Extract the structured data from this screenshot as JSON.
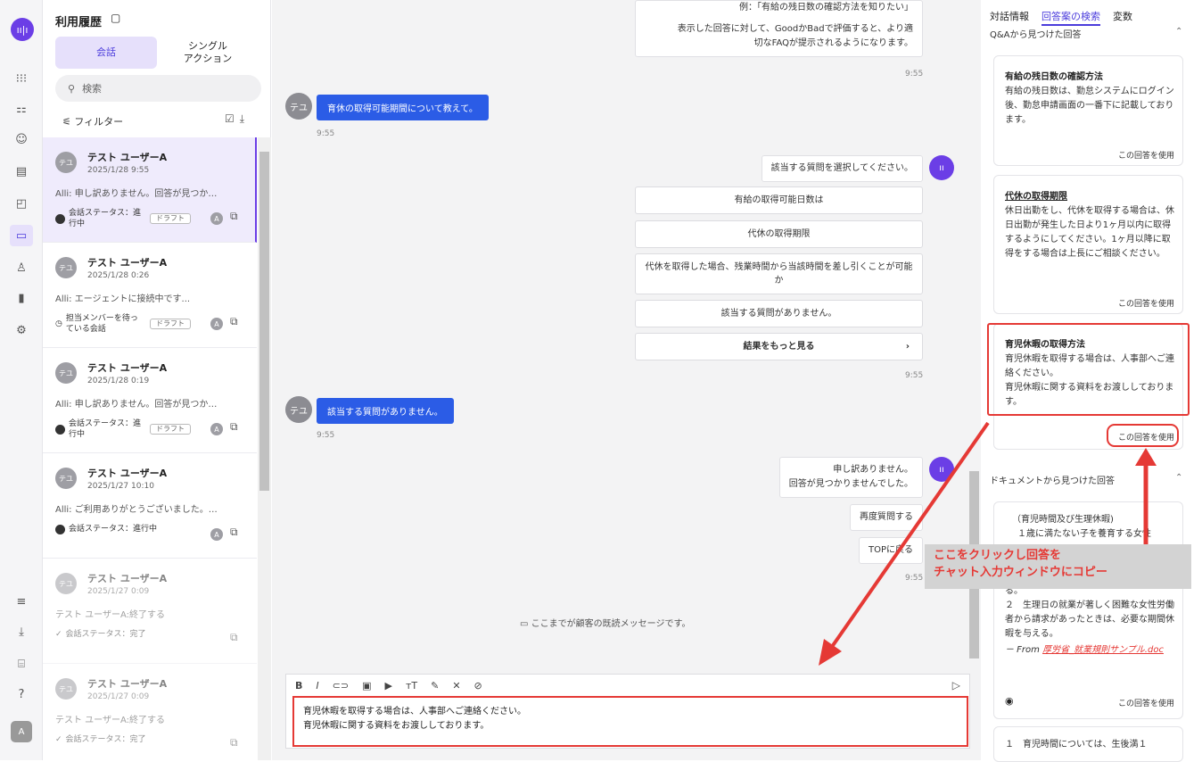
{
  "rail": {
    "logo": "ıı|ı",
    "avatar": "A"
  },
  "history": {
    "title": "利用履歴",
    "tabs": [
      "会話",
      "シングル\nアクション"
    ],
    "search_placeholder": "検索",
    "filter_label": "フィルター",
    "items": [
      {
        "avatar": "テユ",
        "name": "テスト ユーザーA",
        "date": "2025/1/28 9:55",
        "message": "Alli: 申し訳ありません。回答が見つか…",
        "status": "会話ステータス：進行中",
        "draft": "ドラフト",
        "agent": "A"
      },
      {
        "avatar": "テユ",
        "name": "テスト ユーザーA",
        "date": "2025/1/28 0:26",
        "message": "Alli: エージェントに接続中です...",
        "status": "担当メンバーを待っている会話",
        "draft": "ドラフト",
        "agent": "A"
      },
      {
        "avatar": "テユ",
        "name": "テスト ユーザーA",
        "date": "2025/1/28 0:19",
        "message": "Alli: 申し訳ありません。回答が見つか…",
        "status": "会話ステータス：進行中",
        "draft": "ドラフト",
        "agent": "A"
      },
      {
        "avatar": "テユ",
        "name": "テスト ユーザーA",
        "date": "2025/1/27 10:10",
        "message": "Alli: ご利用ありがとうございました。…",
        "status": "会話ステータス：進行中",
        "agent": "A"
      },
      {
        "avatar": "テユ",
        "name": "テスト ユーザーA",
        "date": "2025/1/27 0:09",
        "message": "テスト ユーザーA:終了する",
        "status": "会話ステータス：完了"
      },
      {
        "avatar": "テユ",
        "name": "テスト ユーザーA",
        "date": "2025/1/27 0:09",
        "message": "テスト ユーザーA:終了する",
        "status": "会話ステータス：完了"
      }
    ]
  },
  "chat": {
    "top_bot_line1": "例：「有給の残日数の確認方法を知りたい」",
    "top_bot_line2": "表示した回答に対して、GoodかBadで評価すると、より適",
    "top_bot_line3": "切なFAQが提示されるようになります。",
    "t1": "9:55",
    "user_msg1": "育休の取得可能期間について教えて。",
    "user_avatar": "テユ",
    "t2": "9:55",
    "select_prompt": "該当する質問を選択してください。",
    "options": [
      "有給の取得可能日数は",
      "代休の取得期限",
      "代休を取得した場合、残業時間から当該時間を差し引くことが可能か",
      "該当する質問がありません。"
    ],
    "more": "結果をもっと見る",
    "t3": "9:55",
    "user_msg2": "該当する質問がありません。",
    "t4": "9:55",
    "sorry1": "申し訳ありません。",
    "sorry2": "回答が見つかりませんでした。",
    "retry": "再度質問する",
    "top": "TOPに戻る",
    "t5": "9:55",
    "read_marker": "ここまでが顧客の既読メッセージです。",
    "editor_line1": "育児休暇を取得する場合は、人事部へご連絡ください。",
    "editor_line2": "育児休暇に関する資料をお渡ししております。"
  },
  "right": {
    "tabs": [
      "対話情報",
      "回答案の検索",
      "変数"
    ],
    "qa_section": "Q&Aから見つけた回答",
    "cards": [
      {
        "title": "有給の残日数の確認方法",
        "body": "有給の残日数は、勤怠システムにログイン後、勤怠申請画面の一番下に記載しております。",
        "use": "この回答を使用"
      },
      {
        "title": "代休の取得期限",
        "body": "休日出勤をし、代休を取得する場合は、休日出勤が発生した日より1ヶ月以内に取得するようにしてください。1ヶ月以降に取得をする場合は上長にご相談ください。",
        "use": "この回答を使用"
      },
      {
        "title": "育児休暇の取得方法",
        "body": "育児休暇を取得する場合は、人事部へご連絡ください。\n育児休暇に関する資料をお渡ししております。",
        "use": "この回答を使用"
      }
    ],
    "doc_section": "ドキュメントから見つけた回答",
    "doc_card": {
      "line1": "（育児時間及び生理休暇)",
      "line2": "１歳に満たない子を養育する女性",
      "line3": "る。",
      "line4": "２　生理日の就業が著しく困難な女性労働者から請求があったときは、必要な期間休暇を与える。",
      "from": "－ From",
      "link": "厚労省_就業規則サンプル.doc",
      "use": "この回答を使用"
    },
    "doc_card2": "１　育児時間については、生後満１"
  },
  "annotation": {
    "line1": "ここをクリックし回答を",
    "line2": "チャット入力ウィンドウにコピー"
  }
}
